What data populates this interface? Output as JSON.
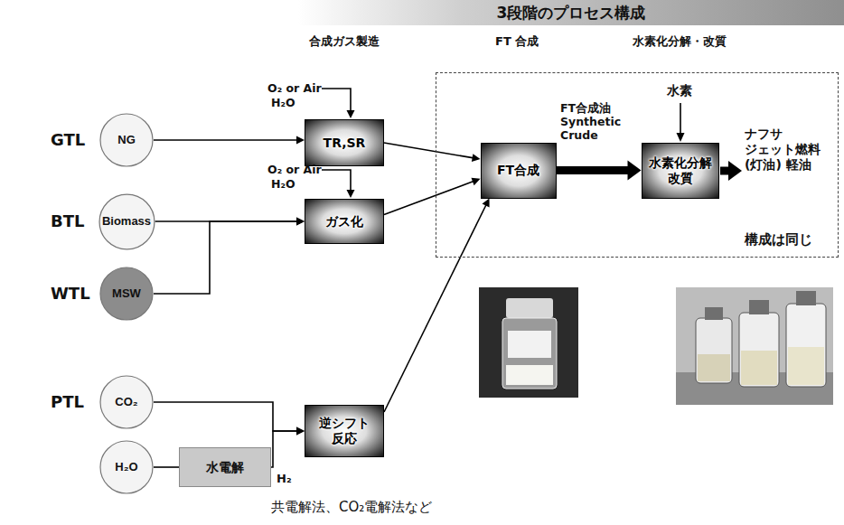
{
  "diagram": {
    "title": "3段階のプロセス構成",
    "nodes": [
      {
        "text": [
          "NG"
        ]
      },
      {
        "text": [
          "Biomass"
        ]
      },
      {
        "text": [
          "MSW"
        ]
      },
      {
        "text": [
          "CO₂"
        ]
      },
      {
        "text": [
          "H₂O"
        ]
      },
      {
        "text": [
          "水電解"
        ]
      },
      {
        "text": [
          "TR,SR"
        ]
      },
      {
        "text": [
          "ガス化"
        ]
      },
      {
        "text": [
          "逆シフト 反応"
        ]
      },
      {
        "text": [
          "構成は同じ"
        ]
      },
      {
        "text": [
          "FT合成"
        ],
        "in": 9
      },
      {
        "text": [
          "水素化分解 改質"
        ],
        "in": 9
      }
    ],
    "edges": [
      {
        "from": 0,
        "to": 6,
        "arrow": "to"
      },
      {
        "from": 1,
        "to": 7,
        "arrow": "to"
      },
      {
        "from": 2,
        "to": 7,
        "arrow": "to"
      },
      {
        "from": 4,
        "to": 5,
        "arrow": "none"
      },
      {
        "from": 3,
        "to": 8,
        "arrow": "to"
      },
      {
        "from": 5,
        "to": 8,
        "arrow": "to",
        "label": "H₂"
      },
      {
        "from": 6,
        "to": 10,
        "arrow": "to"
      },
      {
        "from": 7,
        "to": 10,
        "arrow": "to"
      },
      {
        "from": 8,
        "to": 10,
        "arrow": "to"
      },
      {
        "from": 10,
        "to": 11,
        "arrow": "to",
        "label": "FT合成油 Synthetic Crude"
      }
    ],
    "labels": [
      "合成ガス製造",
      "FT 合成",
      "水素化分解・改質",
      "GTL",
      "BTL",
      "WTL",
      "PTL",
      "O₂ or Air",
      "H₂O",
      "O₂ or Air",
      "H₂O",
      "水素",
      "ナフサ ジェット燃料 (灯油) 軽油",
      "共電解法、CO₂電解法など"
    ]
  }
}
